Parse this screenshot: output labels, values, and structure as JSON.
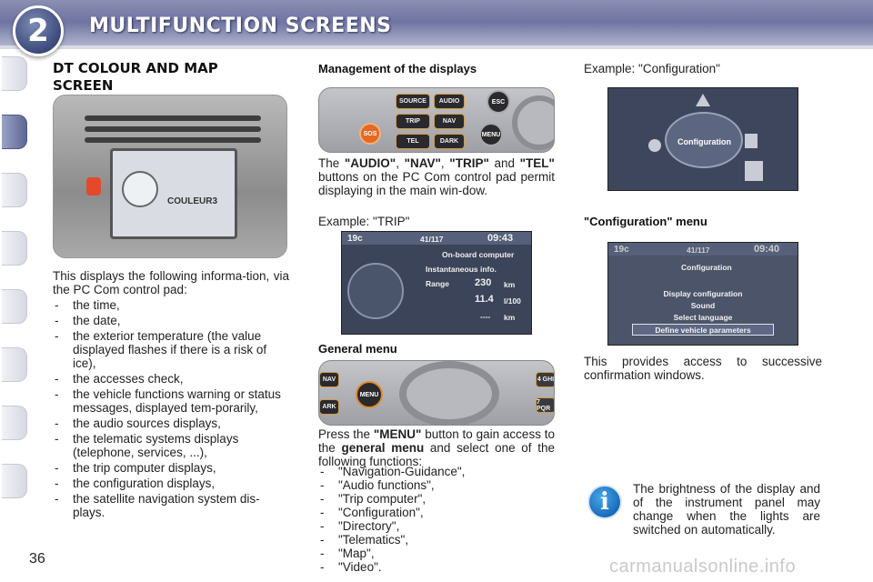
{
  "header": {
    "chapter_number": "2",
    "title": "MULTIFUNCTION SCREENS"
  },
  "left": {
    "heading_line1": "DT COLOUR AND MAP",
    "heading_line2": "SCREEN",
    "screen_text": "COULEUR3",
    "intro": "This displays the following informa-tion, via the PC Com control pad:",
    "items": [
      "the time,",
      "the date,",
      "the exterior temperature (the value displayed flashes if there is a risk of ice),",
      "the accesses check,",
      "the vehicle functions warning or status messages, displayed tem-porarily,",
      "the audio sources displays,",
      "the telematic systems displays (telephone, services, ...),",
      "the trip computer displays,",
      "the configuration displays,",
      "the satellite navigation system dis-plays."
    ]
  },
  "middle": {
    "management_heading": "Management of the displays",
    "pad_buttons": {
      "source": "SOURCE",
      "audio": "AUDIO",
      "esc": "ESC",
      "trip": "TRIP",
      "nav": "NAV",
      "menu": "MENU",
      "tel": "TEL",
      "dark": "DARK",
      "sos": "SOS"
    },
    "para_prefix": "The",
    "btn_audio": "\"AUDIO\"",
    "comma1": ",",
    "btn_nav": "\"NAV\"",
    "comma2": ",",
    "btn_trip": "\"TRIP\"",
    "and_word": "and",
    "btn_tel": "\"TEL\"",
    "para_suffix": "buttons on the PC Com control pad permit displaying in the main win-dow.",
    "example_trip": "Example: \"TRIP\"",
    "trip_screen": {
      "temp": "19c",
      "odo": "41/117",
      "time": "09:43",
      "title": "On-board computer",
      "tab": "Instantaneous info.",
      "range_label": "Range",
      "range_value": "230",
      "range_unit": "km",
      "cons_value": "11.4",
      "cons_unit": "l/100",
      "dist_value": "----",
      "dist_unit": "km"
    },
    "general_heading": "General menu",
    "general_pad": {
      "nav": "NAV",
      "dark": "ARK",
      "menu": "MENU",
      "ghi": "4 GHI",
      "pqr": "7 PQR"
    },
    "press_prefix": "Press the",
    "btn_menu": "\"MENU\"",
    "press_mid": "button to gain access to the",
    "general_menu_bold": "general menu",
    "press_suffix": "and select one of the following functions:",
    "functions": [
      "\"Navigation-Guidance\",",
      "\"Audio functions\",",
      "\"Trip computer\",",
      "\"Configuration\",",
      "\"Directory\",",
      "\"Telematics\",",
      "\"Map\",",
      "\"Video\"."
    ]
  },
  "right": {
    "example_config": "Example: \"Configuration\"",
    "config_center_label": "Configuration",
    "config_menu_heading": "\"Configuration\" menu",
    "config_screen": {
      "temp": "19c",
      "odo": "41/117",
      "time": "09:40",
      "title": "Configuration",
      "items": [
        "Display configuration",
        "Sound",
        "Select language",
        "Define vehicle parameters"
      ]
    },
    "access_text": "This provides access to successive confirmation windows.",
    "info_text": "The brightness of the display and of the instrument panel may change when the lights are switched on automatically.",
    "info_glyph": "i"
  },
  "footer": {
    "page_number": "36",
    "watermark": "carmanualsonline.info"
  },
  "colors": {
    "header": "#6f74a2",
    "badge": "#3c4a7c",
    "active_tab": "#5c6794",
    "info_icon": "#1569b8",
    "button_highlight": "#d59a3c"
  }
}
